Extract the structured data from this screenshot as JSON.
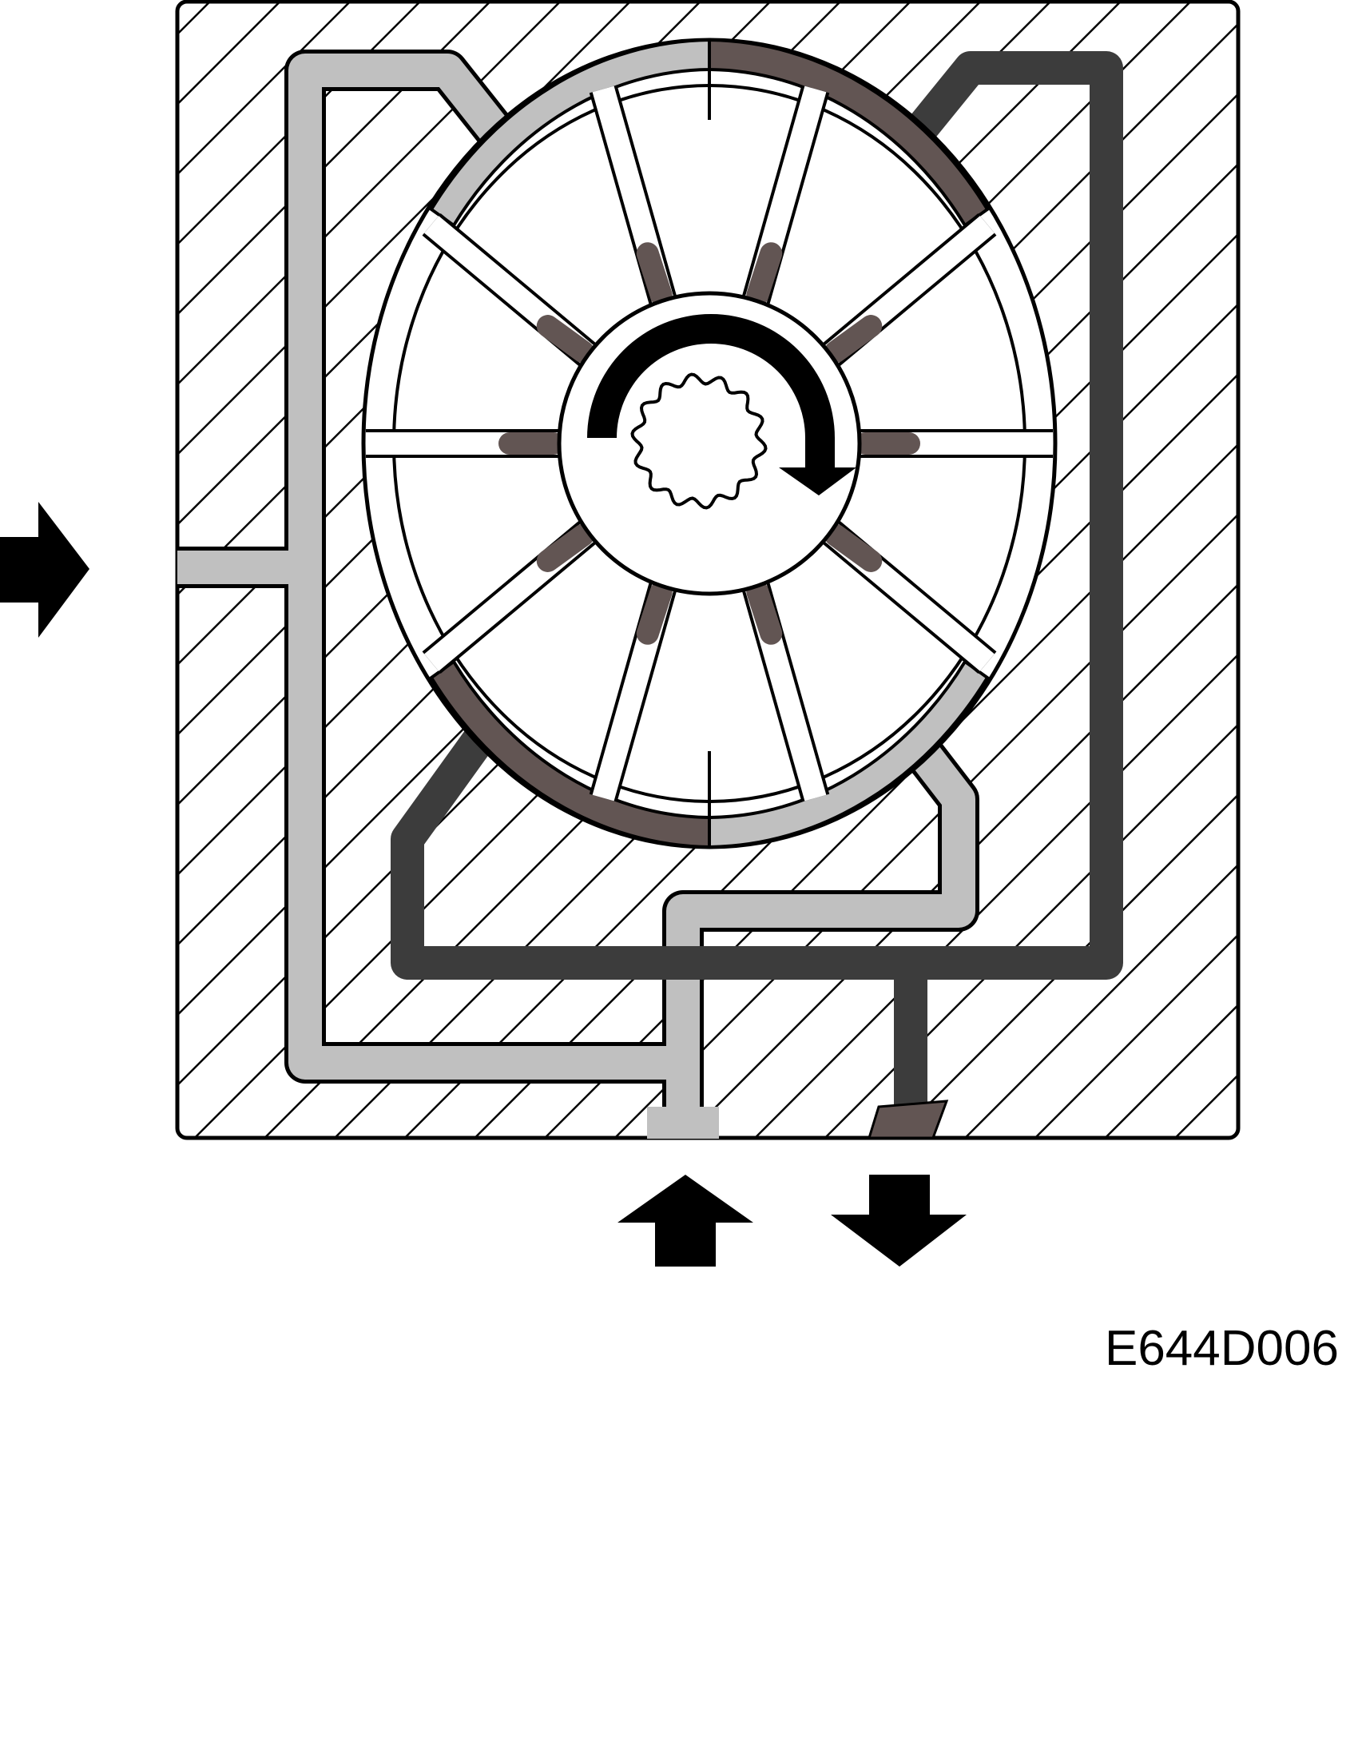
{
  "figure": {
    "code": "E644D006"
  },
  "colors": {
    "housing_outline": "#000000",
    "hatch": "#000000",
    "inlet_fluid": "#c0c0c0",
    "pressure_fluid": "#625553",
    "outlet_channel": "#3c3c3c",
    "rotor_fill": "#ffffff",
    "arrow": "#000000"
  },
  "icons": {
    "rotation": "clockwise-rotation-arrow",
    "shaft": "splined-shaft-icon",
    "inlet_side": "right-arrow-icon",
    "inlet_bottom": "up-arrow-icon",
    "outlet_bottom": "down-arrow-icon"
  },
  "rotor": {
    "vane_count": 10
  }
}
